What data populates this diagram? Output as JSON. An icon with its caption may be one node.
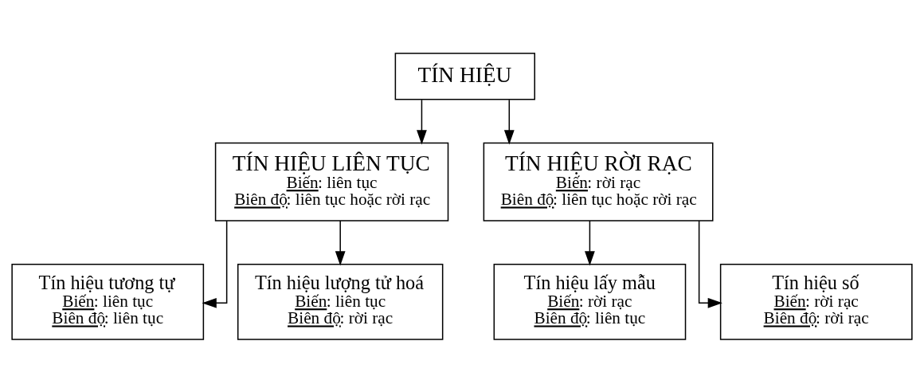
{
  "diagram": {
    "nodes": [
      {
        "text": [
          "TÍN HIỆU"
        ]
      },
      {
        "text": [
          "TÍN HIỆU LIÊN TỤC",
          "Biến: liên tục",
          "Biên độ: liên tục hoặc rời rạc"
        ]
      },
      {
        "text": [
          "TÍN HIỆU RỜI RẠC",
          "Biến: rời rạc",
          "Biên độ: liên tục hoặc rời rạc"
        ]
      },
      {
        "text": [
          "Tín hiệu tương tự",
          "Biến: liên tục",
          "Biên độ: liên tục"
        ]
      },
      {
        "text": [
          "Tín hiệu lượng tử hoá",
          "Biến: liên tục",
          "Biên độ: rời rạc"
        ]
      },
      {
        "text": [
          "Tín hiệu lấy mẫu",
          "Biến: rời rạc",
          "Biên độ: liên tục"
        ]
      },
      {
        "text": [
          "Tín hiệu số",
          "Biến: rời rạc",
          "Biên độ: rời rạc"
        ]
      }
    ],
    "edges": [
      {
        "from": 0,
        "to": 1,
        "arrow": "to"
      },
      {
        "from": 0,
        "to": 2,
        "arrow": "to"
      },
      {
        "from": 1,
        "to": 3,
        "arrow": "to"
      },
      {
        "from": 1,
        "to": 4,
        "arrow": "to"
      },
      {
        "from": 2,
        "to": 5,
        "arrow": "to"
      },
      {
        "from": 2,
        "to": 6,
        "arrow": "to"
      }
    ]
  }
}
